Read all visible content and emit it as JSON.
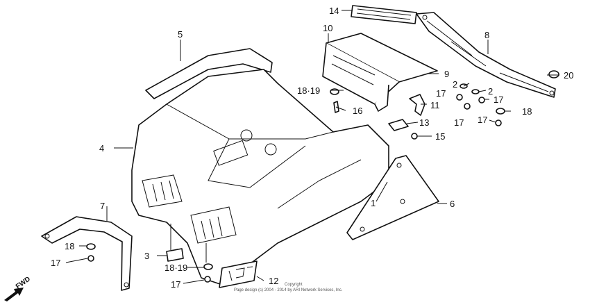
{
  "callouts": {
    "c1": "1",
    "c2a": "2",
    "c2b": "2",
    "c3": "3",
    "c4": "4",
    "c5": "5",
    "c6": "6",
    "c7": "7",
    "c8": "8",
    "c9": "9",
    "c10": "10",
    "c11": "11",
    "c12": "12",
    "c13": "13",
    "c14": "14",
    "c15": "15",
    "c16": "16",
    "c17a": "17",
    "c17b": "17",
    "c17c": "17",
    "c17d": "17",
    "c17e": "17",
    "c17f": "17",
    "c18a": "18",
    "c18b": "18",
    "c1819a": "18·19",
    "c1819b": "18·19",
    "c20": "20"
  },
  "fwd": "FWD",
  "copyright": {
    "line1": "Copyright",
    "line2": "Page design (c) 2004 - 2014 by ARI Network Services, Inc."
  }
}
